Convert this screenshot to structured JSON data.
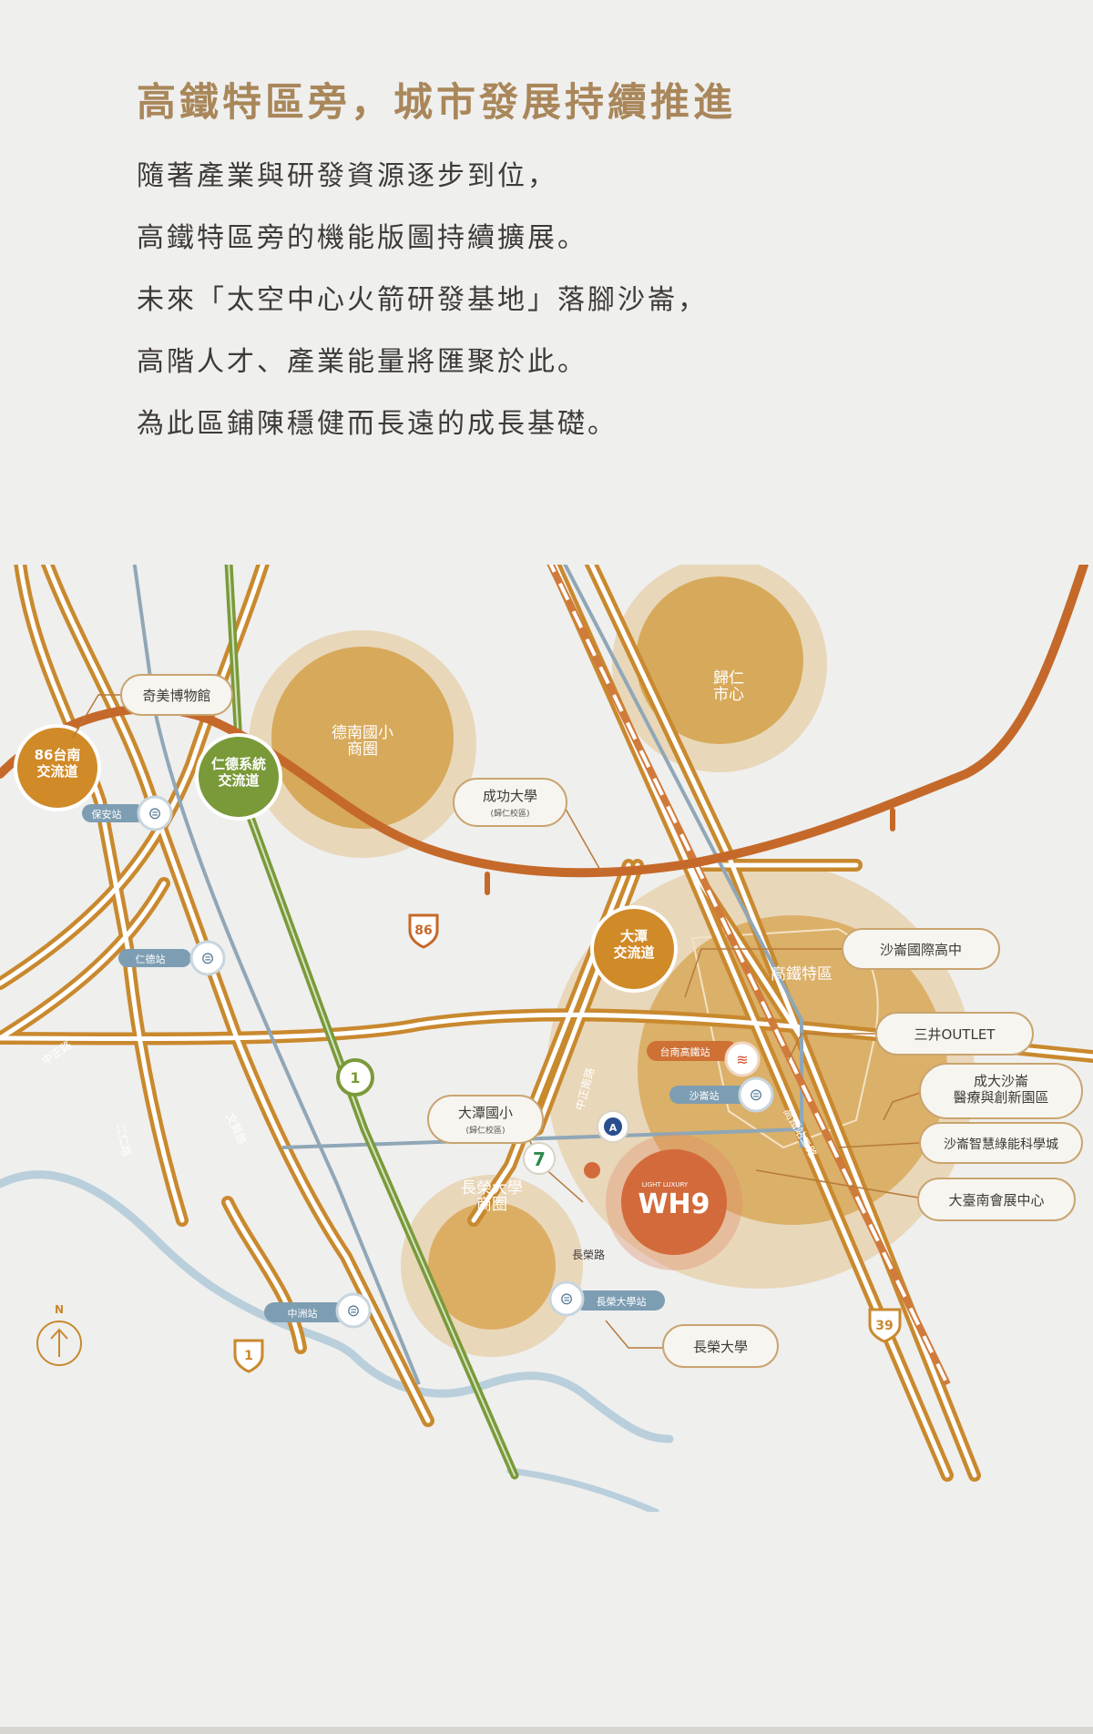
{
  "heading": "高鐵特區旁，城市發展持續推進",
  "intro_lines": [
    "隨著產業與研發資源逐步到位，",
    "高鐵特區旁的機能版圖持續擴展。",
    "未來「太空中心火箭研發基地」落腳沙崙，",
    "高階人才、產業能量將匯聚於此。",
    "為此區鋪陳穩健而長遠的成長基礎。"
  ],
  "map": {
    "colors": {
      "road": "#c9892e",
      "highway": "#c5692a",
      "rail": "#7a9a3a",
      "river": "#b9cfdb",
      "circle_fill": "#d7a95a",
      "circle_halo": "#e4c28f",
      "project": "#d36a3b",
      "station": "#7d9db2"
    },
    "zones": {
      "denan": "德南國小\n商圈",
      "guiren": "歸仁\n市心",
      "hsr_zone": "高鐵特區",
      "changrong_zone": "長榮大學\n商圈"
    },
    "interchanges": {
      "tainan86": "86台南\n交流道",
      "rende": "仁德系統\n交流道",
      "datan": "大潭\n交流道"
    },
    "stations": {
      "baoan": "保安站",
      "rende": "仁德站",
      "tainan_hsr": "台南高鐵站",
      "shalun": "沙崙站",
      "zhongzhou": "中洲站",
      "changrong_univ": "長榮大學站"
    },
    "landmarks": {
      "chimei": "奇美博物館",
      "ncku_title": "成功大學",
      "ncku_sub": "(歸仁校區)",
      "shalun_hs": "沙崙國際高中",
      "mitsui": "三井OUTLET",
      "ncku_med": "成大沙崙\n醫療與創新園區",
      "shalun_green": "沙崙智慧綠能科學城",
      "expo": "大臺南會展中心",
      "datan_elem_title": "大潭國小",
      "datan_elem_sub": "(歸仁校區)",
      "changrong_univ": "長榮大學"
    },
    "roads": {
      "zhongzheng_nw": "中正路",
      "rende_rd": "二仁路",
      "wenxian": "文賢路",
      "zhongzheng_s": "中正南路",
      "hsr_road": "高鐵站二路",
      "changrong_rd": "長榮路"
    },
    "shields": {
      "hw86": "86",
      "hw1": "1",
      "prov1": "1",
      "hw39": "39"
    },
    "project": {
      "tagline": "LIGHT LUXURY",
      "name": "WH9"
    },
    "north": "N"
  }
}
